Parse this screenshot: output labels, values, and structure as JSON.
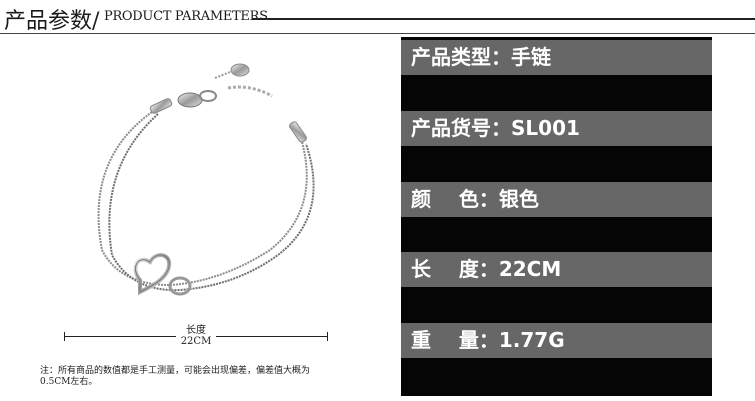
{
  "header": {
    "title": "产品参数/",
    "subtitle": "PRODUCT PARAMETERS"
  },
  "product_image": {
    "alt": "silver double-chain heart bracelet"
  },
  "dimension": {
    "label_top": "长度",
    "label_bottom": "22CM"
  },
  "note": {
    "line1": "注：所有商品的数值都是手工测量，可能会出现偏差，偏差值大概为",
    "line2": "0.5CM左右。"
  },
  "specs": [
    {
      "label": "产品类型：手链"
    },
    {
      "label": "产品货号：SL001"
    },
    {
      "label": "颜    色：银色"
    },
    {
      "label": "长    度：22CM"
    },
    {
      "label": "重    量：1.77G"
    }
  ],
  "colors": {
    "panel_bg": "#050505",
    "row_bg": "#676767",
    "row_text": "#ffffff"
  }
}
